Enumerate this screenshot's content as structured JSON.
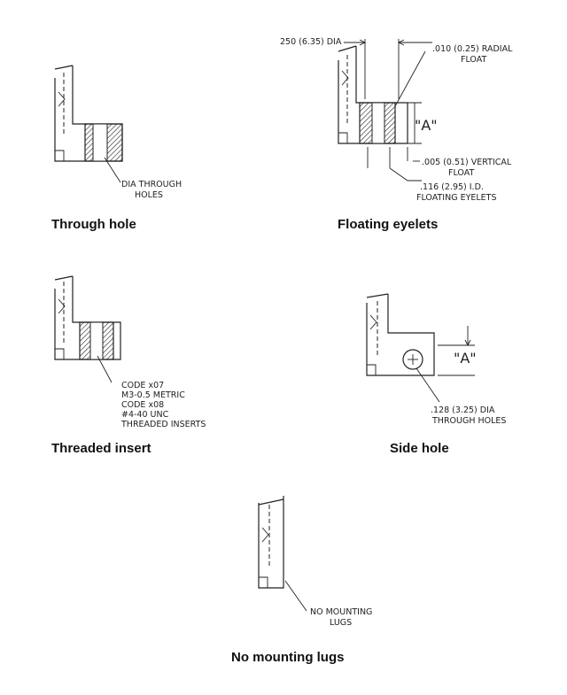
{
  "captions": {
    "through_hole": "Through hole",
    "floating_eyelets": "Floating eyelets",
    "threaded_insert": "Threaded insert",
    "side_hole": "Side hole",
    "no_mounting_lugs": "No mounting lugs"
  },
  "labels": {
    "through_hole": [
      "DIA THROUGH",
      "HOLES"
    ],
    "eyelet_dia": "250 (6.35) DIA",
    "radial_float": [
      ".010 (0.25) RADIAL",
      "FLOAT"
    ],
    "a_marker": "\"A\"",
    "vertical_float": [
      ".005 (0.51) VERTICAL",
      "FLOAT"
    ],
    "eyelet_id": [
      ".116 (2.95) I.D.",
      "FLOATING EYELETS"
    ],
    "threaded": [
      "CODE x07",
      "M3-0.5 METRIC",
      "CODE x08",
      "#4-40 UNC",
      "THREADED INSERTS"
    ],
    "side_a_marker": "\"A\"",
    "side_hole": [
      ".128 (3.25) DIA",
      "THROUGH HOLES"
    ],
    "no_lugs": [
      "NO MOUNTING",
      "LUGS"
    ]
  }
}
